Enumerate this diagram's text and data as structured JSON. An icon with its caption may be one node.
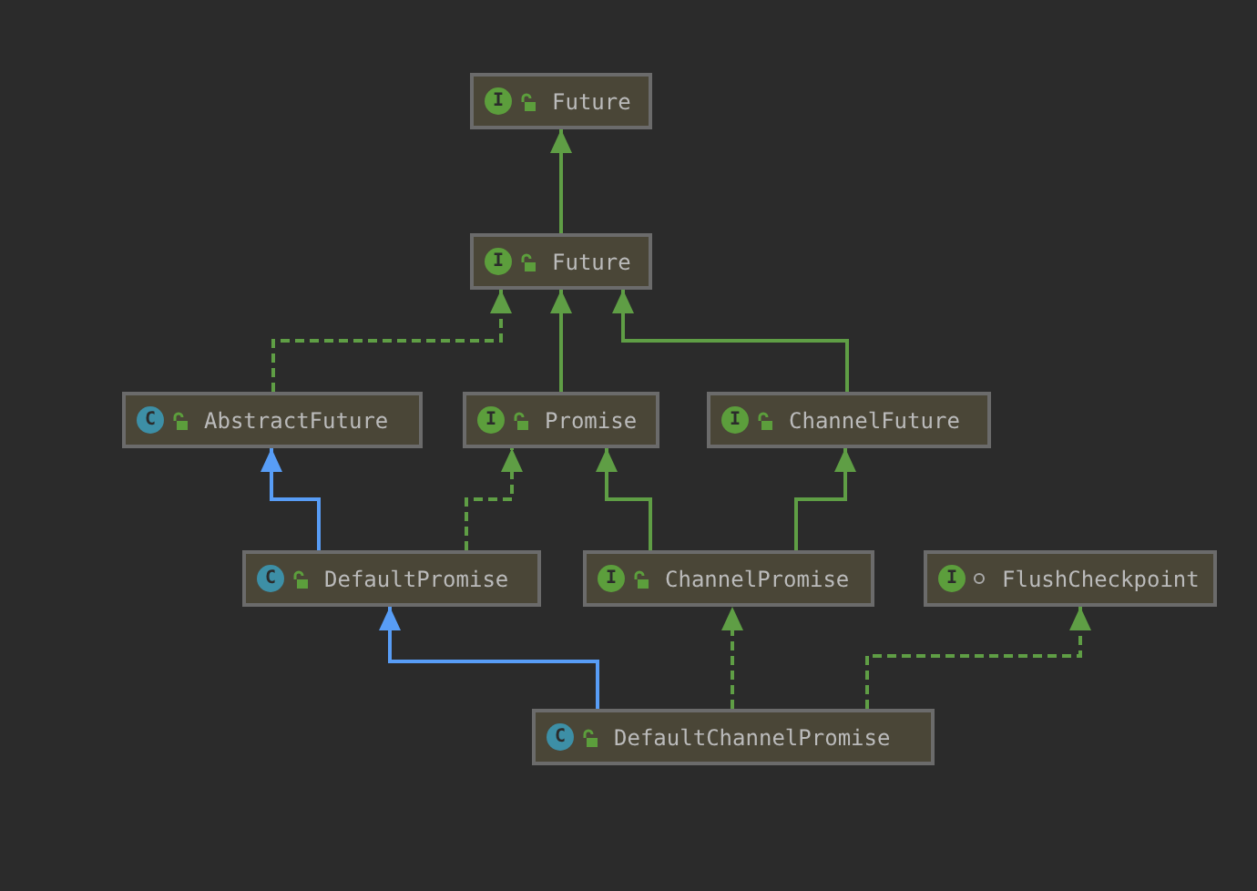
{
  "diagram": {
    "nodes": [
      {
        "text": [
          "I",
          "Future"
        ]
      },
      {
        "text": [
          "I",
          "Future"
        ]
      },
      {
        "text": [
          "C",
          "AbstractFuture"
        ]
      },
      {
        "text": [
          "I",
          "Promise"
        ]
      },
      {
        "text": [
          "I",
          "ChannelFuture"
        ]
      },
      {
        "text": [
          "C",
          "DefaultPromise"
        ]
      },
      {
        "text": [
          "I",
          "ChannelPromise"
        ]
      },
      {
        "text": [
          "I",
          "FlushCheckpoint"
        ]
      },
      {
        "text": [
          "C",
          "DefaultChannelPromise"
        ]
      }
    ],
    "edges": [
      {
        "from": 1,
        "to": 0,
        "arrow": "to"
      },
      {
        "from": 2,
        "to": 1,
        "arrow": "to",
        "style": "dashed"
      },
      {
        "from": 3,
        "to": 1,
        "arrow": "to"
      },
      {
        "from": 4,
        "to": 1,
        "arrow": "to"
      },
      {
        "from": 5,
        "to": 2,
        "arrow": "to",
        "color": "#589df6"
      },
      {
        "from": 5,
        "to": 3,
        "arrow": "to",
        "style": "dashed"
      },
      {
        "from": 6,
        "to": 3,
        "arrow": "to"
      },
      {
        "from": 6,
        "to": 4,
        "arrow": "to"
      },
      {
        "from": 8,
        "to": 5,
        "arrow": "to",
        "color": "#589df6"
      },
      {
        "from": 8,
        "to": 6,
        "arrow": "to",
        "style": "dashed"
      },
      {
        "from": 8,
        "to": 7,
        "arrow": "to",
        "style": "dashed"
      }
    ]
  }
}
